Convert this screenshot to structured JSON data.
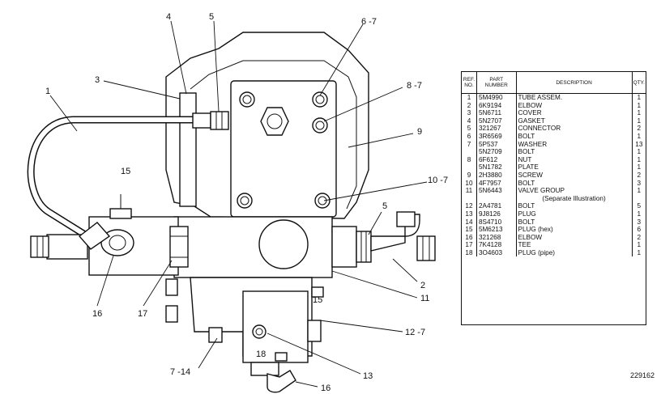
{
  "diagram": {
    "callouts": {
      "c1": "1",
      "c2": "2",
      "c3": "3",
      "c4": "4",
      "c5a": "5",
      "c5b": "5",
      "c6": "6 -7",
      "c7": "7 -14",
      "c8": "8 -7",
      "c9": "9",
      "c10": "10 -7",
      "c11": "11",
      "c12": "12 -7",
      "c13": "13",
      "c15a": "15",
      "c15b": "15",
      "c16a": "16",
      "c16b": "16",
      "c17": "17",
      "c18": "18"
    }
  },
  "parts_table": {
    "headers": {
      "ref": "REF. NO.",
      "part": "PART NUMBER",
      "desc": "DESCRIPTION",
      "qty": "QTY."
    },
    "rows": [
      {
        "ref": "1",
        "part": "5M4990",
        "desc": "TUBE ASSEM.",
        "qty": "1"
      },
      {
        "ref": "2",
        "part": "6K9194",
        "desc": "ELBOW",
        "qty": "1"
      },
      {
        "ref": "3",
        "part": "5N6711",
        "desc": "COVER",
        "qty": "1"
      },
      {
        "ref": "4",
        "part": "5N2707",
        "desc": "GASKET",
        "qty": "1"
      },
      {
        "ref": "5",
        "part": "321267",
        "desc": "CONNECTOR",
        "qty": "2"
      },
      {
        "ref": "6",
        "part": "3R6569",
        "desc": "BOLT",
        "qty": "1"
      },
      {
        "ref": "7",
        "part": "5P537",
        "desc": "WASHER",
        "qty": "13"
      },
      {
        "ref": "",
        "part": "5N2709",
        "desc": "BOLT",
        "qty": "1"
      },
      {
        "ref": "8",
        "part": "6F612",
        "desc": "NUT",
        "qty": "1"
      },
      {
        "ref": "",
        "part": "5N1782",
        "desc": "PLATE",
        "qty": "1"
      },
      {
        "ref": "9",
        "part": "2H3880",
        "desc": "SCREW",
        "qty": "2"
      },
      {
        "ref": "10",
        "part": "4F7957",
        "desc": "BOLT",
        "qty": "3"
      },
      {
        "ref": "11",
        "part": "5N6443",
        "desc": "VALVE GROUP",
        "qty": "1"
      },
      {
        "ref": "",
        "part": "",
        "desc": "(Separate Illustration)",
        "qty": "",
        "note": true
      },
      {
        "ref": "12",
        "part": "2A4781",
        "desc": "BOLT",
        "qty": "5"
      },
      {
        "ref": "13",
        "part": "9J8126",
        "desc": "PLUG",
        "qty": "1"
      },
      {
        "ref": "14",
        "part": "8S4710",
        "desc": "BOLT",
        "qty": "3"
      },
      {
        "ref": "15",
        "part": "5M6213",
        "desc": "PLUG (hex)",
        "qty": "6"
      },
      {
        "ref": "16",
        "part": "321268",
        "desc": "ELBOW",
        "qty": "2"
      },
      {
        "ref": "17",
        "part": "7K4128",
        "desc": "TEE",
        "qty": "1"
      },
      {
        "ref": "18",
        "part": "3O4603",
        "desc": "PLUG (pipe)",
        "qty": "1"
      }
    ]
  },
  "figure_number": "229162"
}
